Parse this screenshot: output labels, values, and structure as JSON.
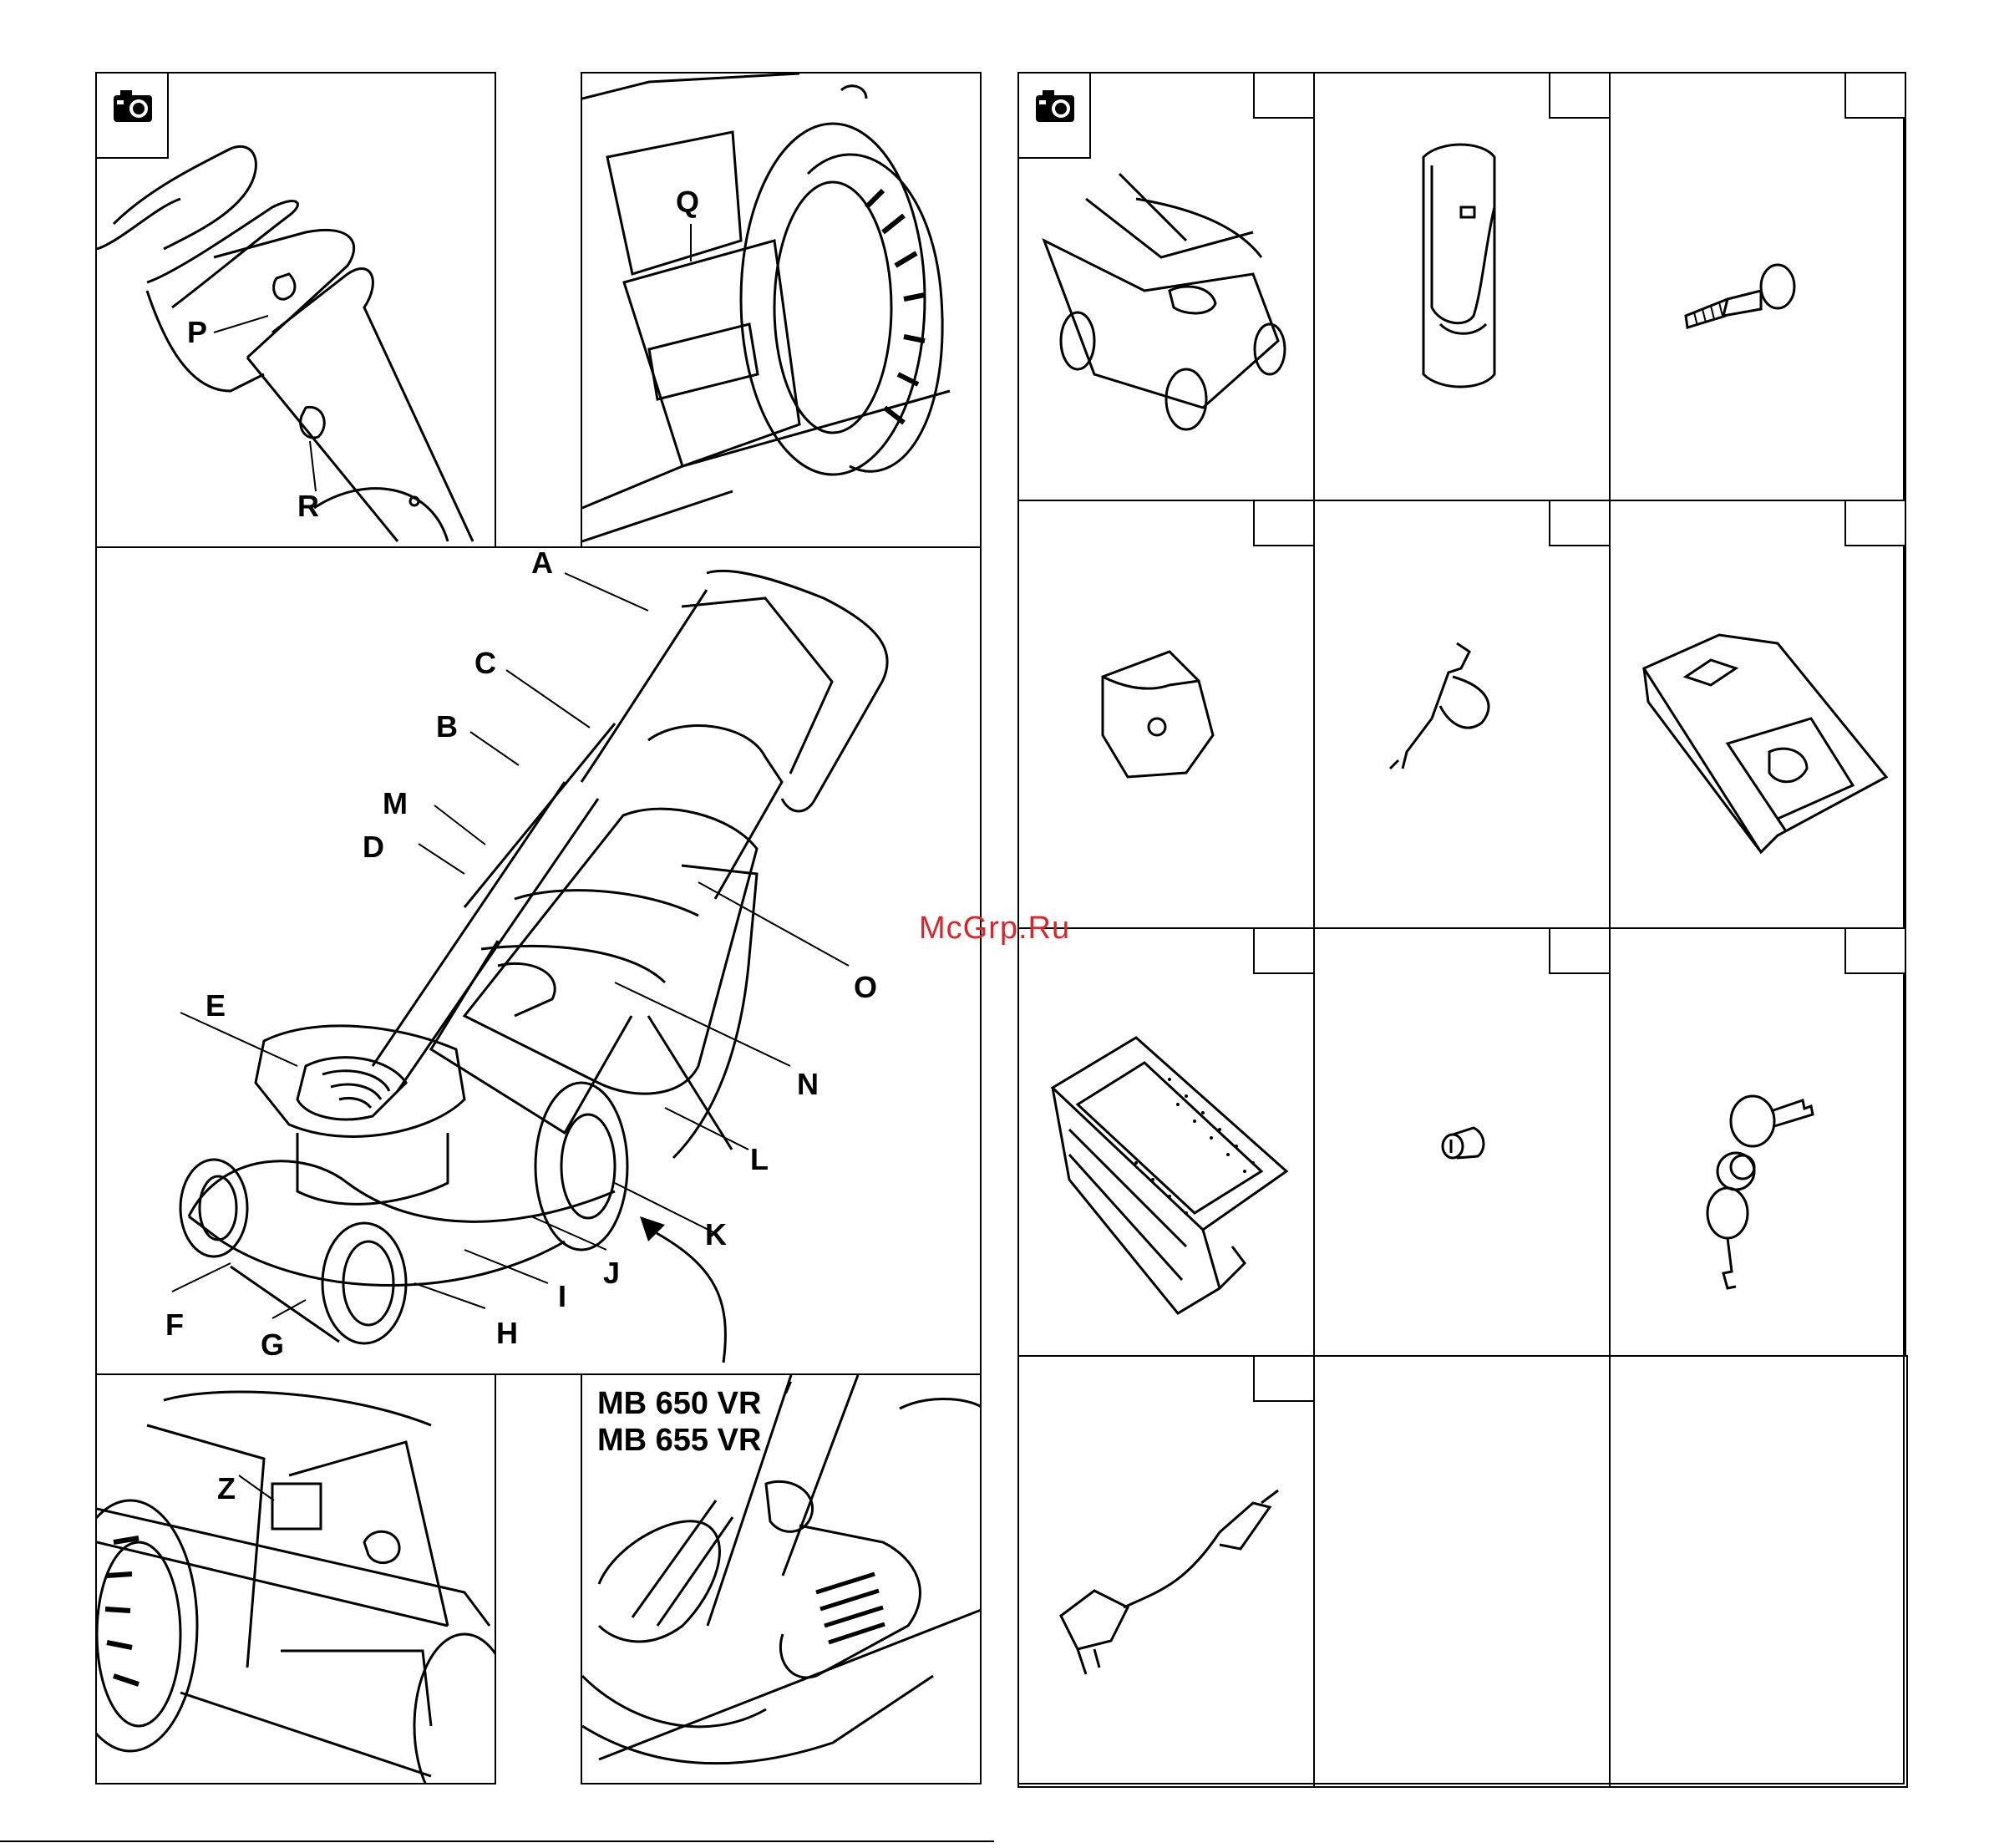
{
  "watermark": "McGrp.Ru",
  "left_page": {
    "callouts_top_left": [
      "P",
      "R"
    ],
    "callout_top_right": "Q",
    "main_callouts": {
      "A": "A",
      "B": "B",
      "C": "C",
      "D": "D",
      "E": "E",
      "F": "F",
      "G": "G",
      "H": "H",
      "I": "I",
      "J": "J",
      "K": "K",
      "L": "L",
      "M": "M",
      "N": "N",
      "O": "O"
    },
    "bottom_left_callout": "Z",
    "models": [
      "MB 650 VR",
      "MB 655 VR"
    ]
  },
  "right_page": {
    "items": [
      "lawnmower-icon",
      "chute-icon",
      "bolt-icon",
      "knob-icon",
      "wire-clip-icon",
      "mulch-cover-icon",
      "grass-catcher-icon",
      "sleeve-icon",
      "keys-icon",
      "charger-icon"
    ]
  }
}
